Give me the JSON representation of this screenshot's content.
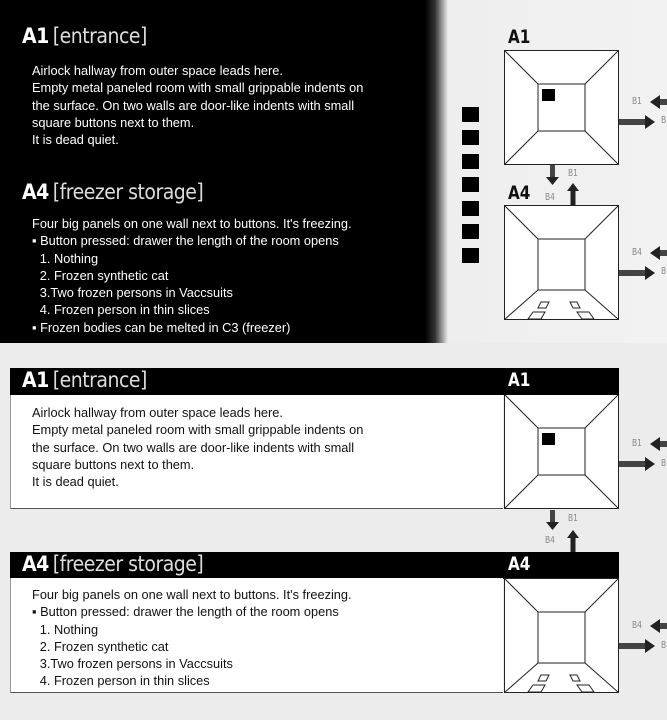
{
  "rooms": [
    {
      "code": "A1",
      "name": "[entrance]",
      "lines": [
        "Airlock hallway from outer space leads here.",
        "Empty metal paneled room with small grippable indents on",
        "the surface. On two walls are door-like indents with small",
        "square buttons next to them.",
        "It is dead quiet."
      ],
      "exits": {
        "in": "B1",
        "out": "B"
      }
    },
    {
      "code": "A4",
      "name": "[freezer storage]",
      "intro": "Four big panels on one wall next to buttons. It's freezing.",
      "bullet1": "▪ Button pressed: drawer the length of the room opens",
      "items": [
        "1. Nothing",
        "2. Frozen synthetic cat",
        "3.Two frozen persons in Vaccsuits",
        "4. Frozen person in thin slices"
      ],
      "bullet2": "▪ Frozen bodies can be melted in C3 (freezer)",
      "exits": {
        "in": "B4",
        "out": "B"
      }
    }
  ],
  "connector": {
    "up_label": "B1",
    "down_label": "B4"
  }
}
